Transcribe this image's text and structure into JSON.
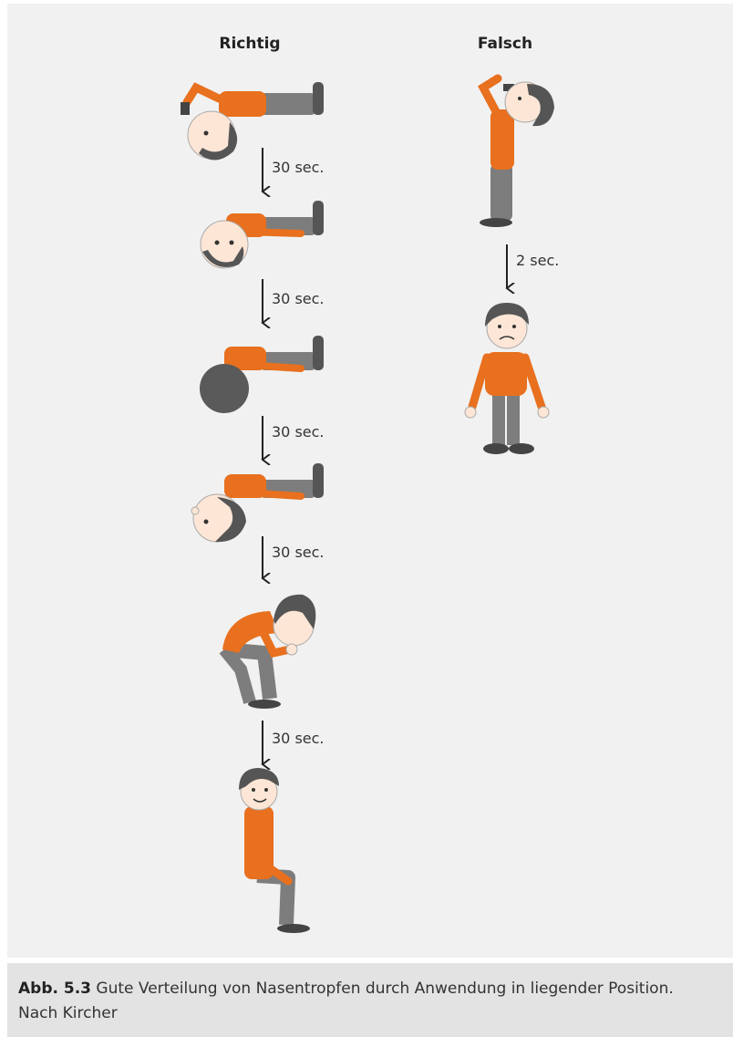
{
  "columns": {
    "correct": {
      "title": "Richtig",
      "steps": [
        "30 sec.",
        "30 sec.",
        "30 sec.",
        "30 sec.",
        "30 sec."
      ]
    },
    "wrong": {
      "title": "Falsch",
      "steps": [
        "2 sec."
      ]
    }
  },
  "caption": {
    "label": "Abb. 5.3",
    "line1": " Gute Verteilung von Nasentropfen durch Anwendung in liegender Position.",
    "line2": "Nach Kircher"
  },
  "colors": {
    "panel": "#f1f1f1",
    "caption_bg": "#e3e3e3",
    "shirt": "#e8701e",
    "pants": "#7d7d7d",
    "hair": "#555555",
    "skin": "#fde6d6"
  }
}
